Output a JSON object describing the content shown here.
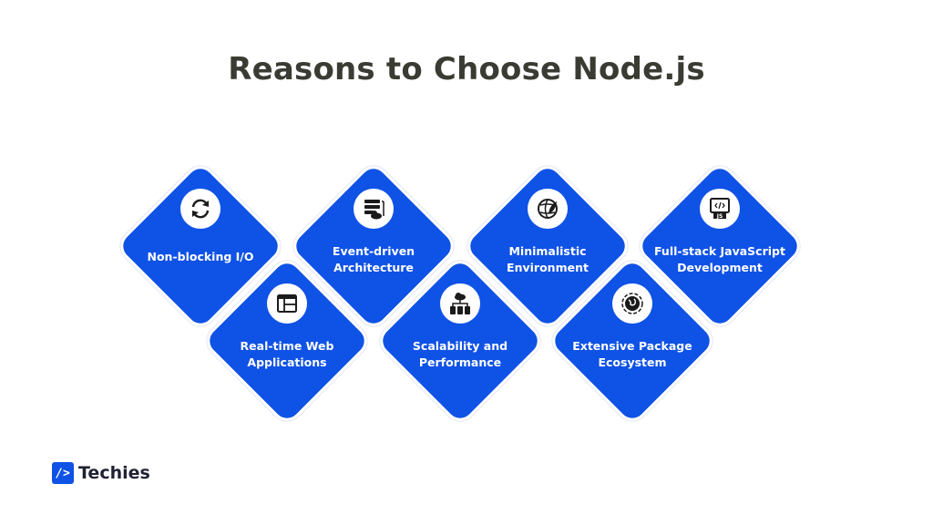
{
  "title": "Reasons to Choose Node.js",
  "accent_color": "#0f52e6",
  "items": [
    {
      "label": "Non-blocking I/O",
      "icon": "sync-arrows-icon"
    },
    {
      "label": "Event-driven Architecture",
      "icon": "server-cloud-icon"
    },
    {
      "label": "Minimalistic Environment",
      "icon": "globe-leaf-icon"
    },
    {
      "label": "Full-stack JavaScript Development",
      "icon": "js-monitor-icon"
    },
    {
      "label": "Real-time Web Applications",
      "icon": "web-layout-icon"
    },
    {
      "label": "Scalability and Performance",
      "icon": "cloud-network-icon"
    },
    {
      "label": "Extensive Package Ecosystem",
      "icon": "globe-ecosystem-icon"
    }
  ],
  "logo": {
    "mark": "/>",
    "name": "Techies"
  }
}
